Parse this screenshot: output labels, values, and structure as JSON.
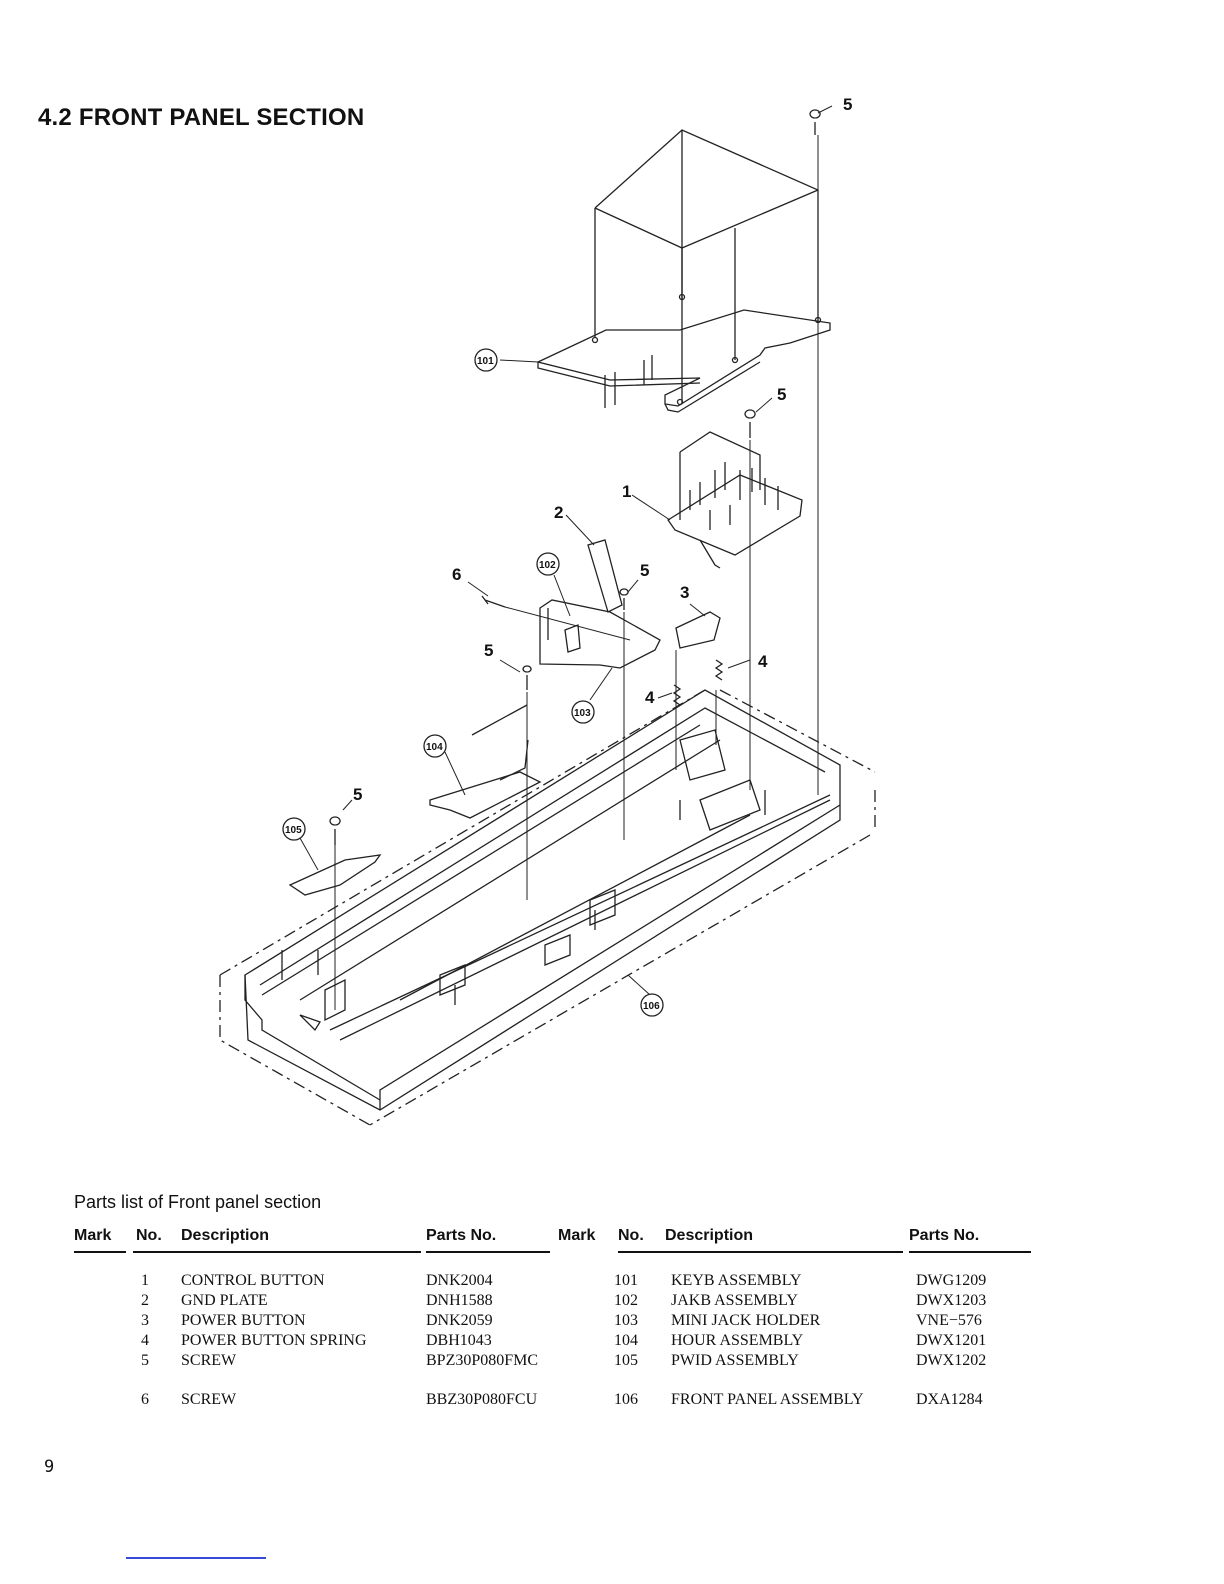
{
  "section_title": "4.2 FRONT PANEL SECTION",
  "callouts": [
    {
      "id": "top-screw",
      "text": "5"
    },
    {
      "id": "keyb",
      "text": "101"
    },
    {
      "id": "upper-screw",
      "text": "5"
    },
    {
      "id": "control-button",
      "text": "1"
    },
    {
      "id": "gnd-plate",
      "text": "2"
    },
    {
      "id": "jakb",
      "text": "102"
    },
    {
      "id": "screw-6",
      "text": "6"
    },
    {
      "id": "mid-screw",
      "text": "5"
    },
    {
      "id": "power-button",
      "text": "3"
    },
    {
      "id": "spring-right",
      "text": "4"
    },
    {
      "id": "left-screw",
      "text": "5"
    },
    {
      "id": "spring-left",
      "text": "4"
    },
    {
      "id": "mini-jack",
      "text": "103"
    },
    {
      "id": "hour",
      "text": "104"
    },
    {
      "id": "pwid-screw",
      "text": "5"
    },
    {
      "id": "pwid",
      "text": "105"
    },
    {
      "id": "front-panel",
      "text": "106"
    }
  ],
  "parts_list": {
    "title": "Parts list of Front panel section",
    "headers": {
      "mark": "Mark",
      "no": "No.",
      "description": "Description",
      "parts_no": "Parts No."
    },
    "left": [
      {
        "no": "1",
        "description": "CONTROL BUTTON",
        "parts_no": "DNK2004"
      },
      {
        "no": "2",
        "description": "GND PLATE",
        "parts_no": "DNH1588"
      },
      {
        "no": "3",
        "description": "POWER BUTTON",
        "parts_no": "DNK2059"
      },
      {
        "no": "4",
        "description": "POWER BUTTON SPRING",
        "parts_no": "DBH1043"
      },
      {
        "no": "5",
        "description": "SCREW",
        "parts_no": "BPZ30P080FMC"
      },
      {
        "no": "6",
        "description": "SCREW",
        "parts_no": "BBZ30P080FCU"
      }
    ],
    "right": [
      {
        "no": "101",
        "description": "KEYB ASSEMBLY",
        "parts_no": "DWG1209"
      },
      {
        "no": "102",
        "description": "JAKB ASSEMBLY",
        "parts_no": "DWX1203"
      },
      {
        "no": "103",
        "description": "MINI JACK HOLDER",
        "parts_no": "VNE−576"
      },
      {
        "no": "104",
        "description": "HOUR ASSEMBLY",
        "parts_no": "DWX1201"
      },
      {
        "no": "105",
        "description": "PWID ASSEMBLY",
        "parts_no": "DWX1202"
      },
      {
        "no": "106",
        "description": "FRONT PANEL ASSEMBLY",
        "parts_no": "DXA1284"
      }
    ]
  },
  "page_number": "9"
}
